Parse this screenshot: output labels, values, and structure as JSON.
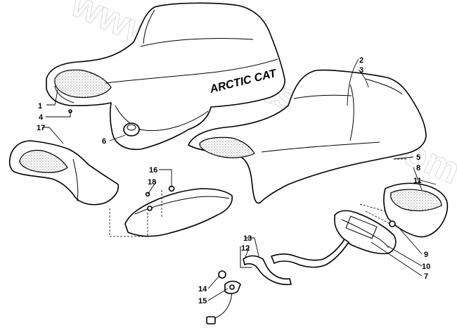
{
  "watermark": "www.bwpartsfiche.com",
  "seat_logo": "ARCTIC CAT",
  "callouts": {
    "c1": "1",
    "c2": "2",
    "c3": "3",
    "c4": "4",
    "c5": "5",
    "c6": "6",
    "c7": "7",
    "c8": "8",
    "c9": "9",
    "c10": "10",
    "c11": "11",
    "c12": "12",
    "c13": "13",
    "c14": "14",
    "c15": "15",
    "c16": "16",
    "c17": "17",
    "c18": "18"
  }
}
